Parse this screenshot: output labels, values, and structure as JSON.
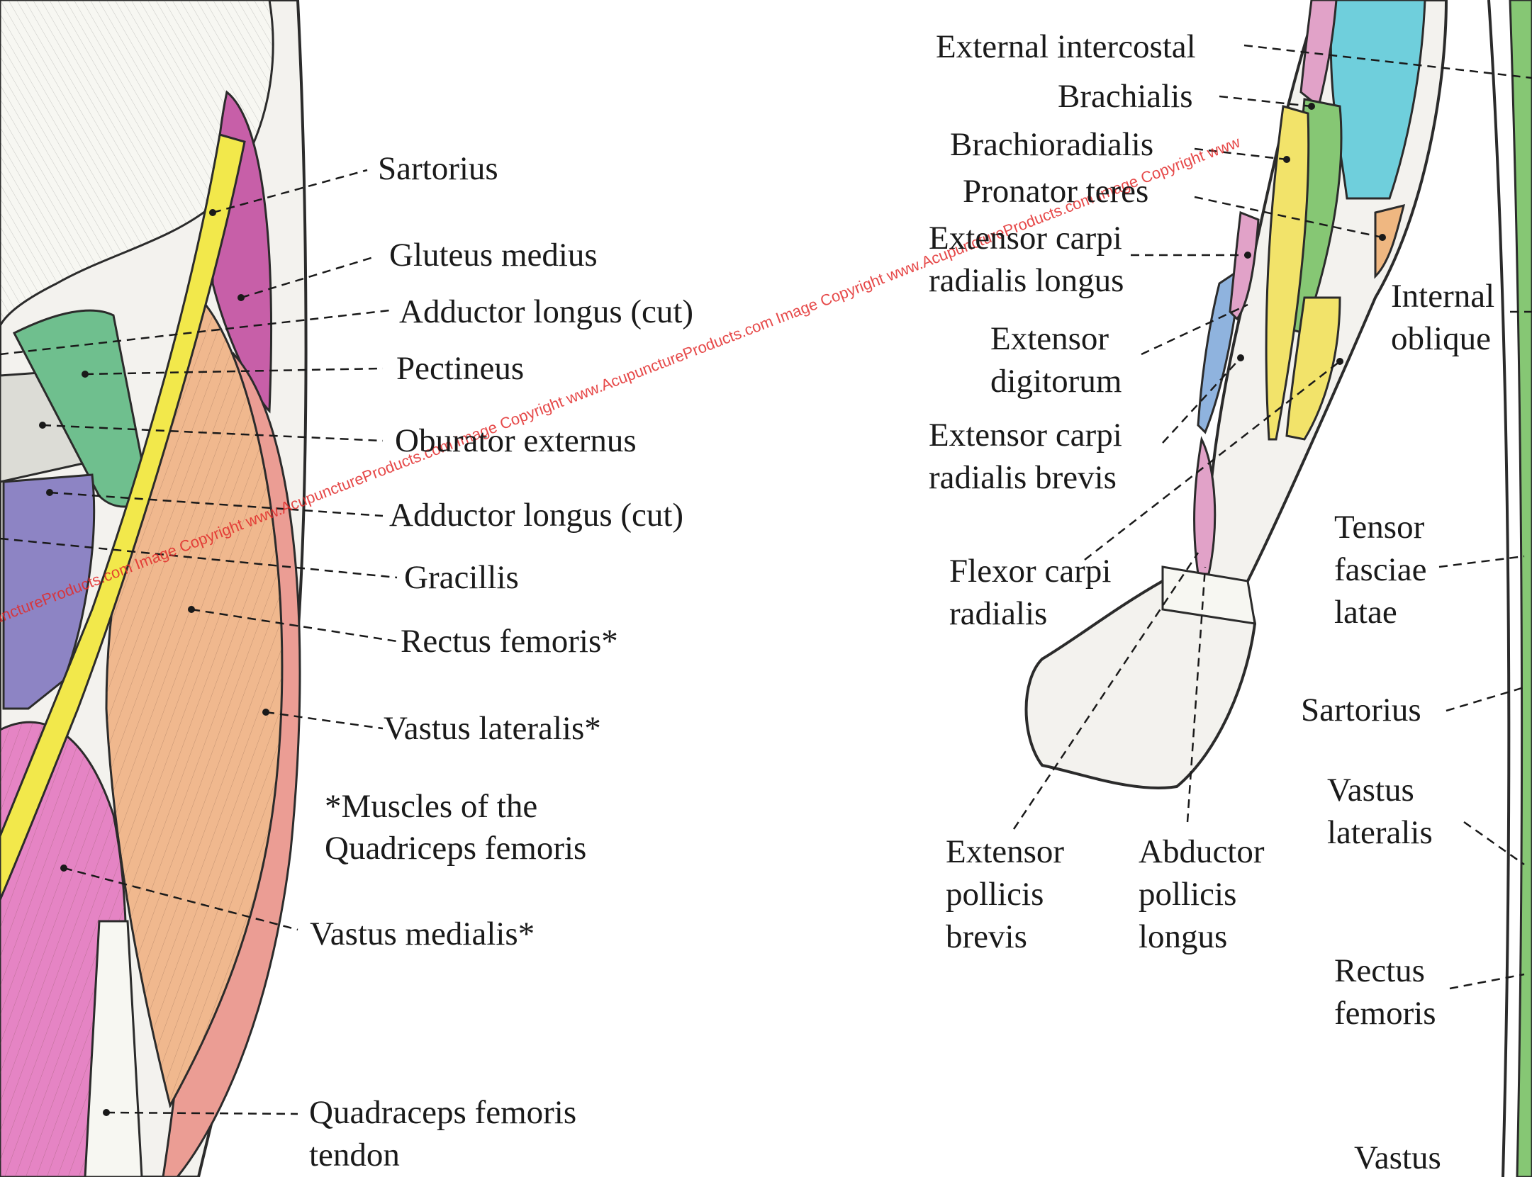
{
  "watermark": "AcupunctureProducts.com Image Copyright www.AcupunctureProducts.com Image Copyright www.AcupunctureProducts.com Image Copyright www.AcupunctureProducts.com Image Copyright www",
  "colors": {
    "outline": "#2b2b2b",
    "skin": "#f3f2ee",
    "bone": "#f7f7f2",
    "sartorius": "#f2e84b",
    "adductor": "#8d84c4",
    "pectineus": "#6fbf8e",
    "gluteus": "#c75fa8",
    "rectus": "#f0b88e",
    "vastus_lateralis": "#eb9d94",
    "vastus_medialis": "#e584c4",
    "forearm_cyan": "#6fcfdc",
    "forearm_green": "#86c774",
    "forearm_yellow": "#f2e36a",
    "forearm_blue": "#8fb3de",
    "forearm_pink": "#e1a2c8",
    "forearm_orange": "#efb781",
    "watermark": "#e22a2a"
  },
  "left_labels": {
    "sartorius": "Sartorius",
    "gluteus_medius": "Gluteus medius",
    "adductor_longus_1": "Adductor longus (cut)",
    "pectineus": "Pectineus",
    "obturator": "Oburator externus",
    "adductor_longus_2": "Adductor longus (cut)",
    "gracilis": "Gracillis",
    "rectus_femoris": "Rectus femoris*",
    "vastus_lateralis": "Vastus lateralis*",
    "note_1": "*Muscles of the",
    "note_2": "Quadriceps femoris",
    "vastus_medialis": "Vastus medialis*",
    "quad_tendon_1": "Quadraceps femoris",
    "quad_tendon_2": "tendon"
  },
  "middle_labels": {
    "external_intercostal": "External intercostal",
    "brachialis": "Brachialis",
    "brachioradialis": "Brachioradialis",
    "pronator_teres": "Pronator teres",
    "ecrl_1": "Extensor carpi",
    "ecrl_2": "radialis longus",
    "extensor_digitorum_1": "Extensor",
    "extensor_digitorum_2": "digitorum",
    "ecrb_1": "Extensor carpi",
    "ecrb_2": "radialis brevis",
    "fcr_1": "Flexor carpi",
    "fcr_2": "radialis",
    "epb_1": "Extensor",
    "epb_2": "pollicis",
    "epb_3": "brevis",
    "apl_1": "Abductor",
    "apl_2": "pollicis",
    "apl_3": "longus"
  },
  "right_labels": {
    "internal_oblique_1": "Internal",
    "internal_oblique_2": "oblique",
    "tfl_1": "Tensor",
    "tfl_2": "fasciae",
    "tfl_3": "latae",
    "sartorius": "Sartorius",
    "vastus_lateralis_1": "Vastus",
    "vastus_lateralis_2": "lateralis",
    "rectus_femoris_1": "Rectus",
    "rectus_femoris_2": "femoris",
    "vastus_cut": "Vastus"
  }
}
